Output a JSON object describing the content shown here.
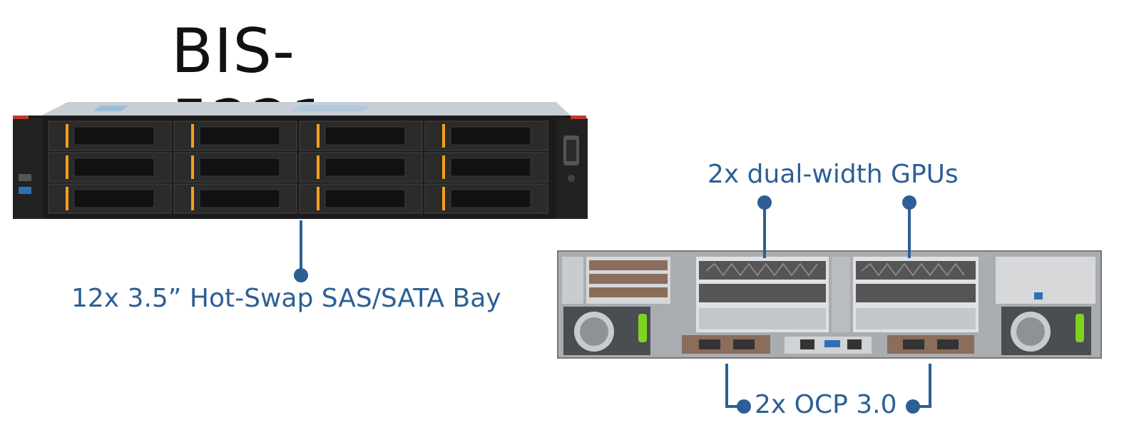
{
  "title": "BIS-5221",
  "callouts": {
    "hdd": "12x 3.5” Hot-Swap SAS/SATA Bay",
    "gpu": "2x dual-width GPUs",
    "ocp": "2x OCP 3.0"
  },
  "colors": {
    "callout": "#2d5f95",
    "chassis_dark": "#1b1b1b",
    "tray_accent": "#f2a01b",
    "chassis_steel": "#b9bcc0"
  }
}
